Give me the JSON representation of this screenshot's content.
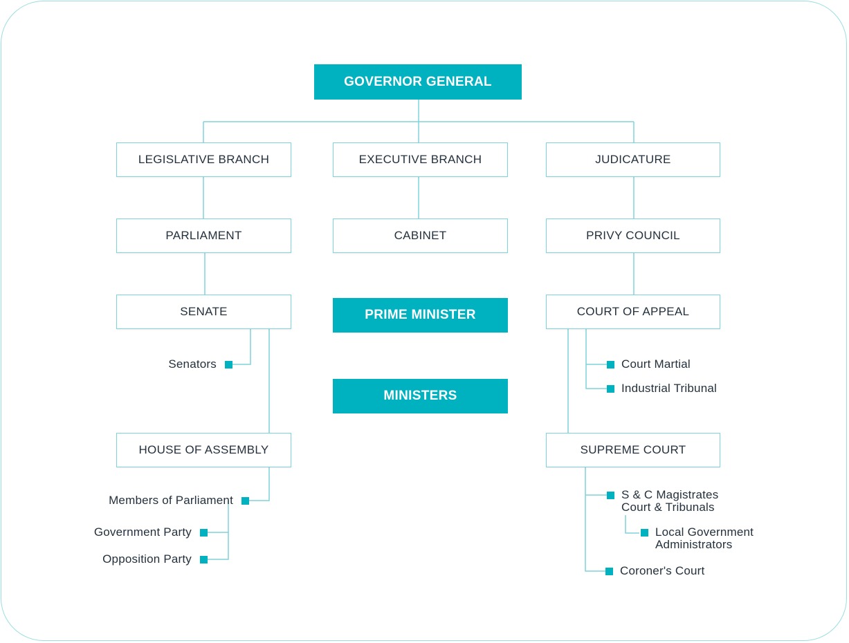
{
  "colors": {
    "accent": "#00b2bf",
    "line": "#7fd3da",
    "text": "#24313d"
  },
  "top": {
    "governor_general": "GOVERNOR GENERAL"
  },
  "branches": {
    "legislative": "LEGISLATIVE BRANCH",
    "executive": "EXECUTIVE BRANCH",
    "judicature": "JUDICATURE"
  },
  "legislative": {
    "parliament": "PARLIAMENT",
    "senate": "SENATE",
    "senators": "Senators",
    "house_of_assembly": "HOUSE OF ASSEMBLY",
    "members_of_parliament": "Members of Parliament",
    "government_party": "Government Party",
    "opposition_party": "Opposition Party"
  },
  "executive": {
    "cabinet": "CABINET",
    "prime_minister": "PRIME MINISTER",
    "ministers": "MINISTERS"
  },
  "judicature": {
    "privy_council": "PRIVY COUNCIL",
    "court_of_appeal": "COURT OF APPEAL",
    "court_martial": "Court Martial",
    "industrial_tribunal": "Industrial Tribunal",
    "supreme_court": "SUPREME COURT",
    "magistrates": "S & C Magistrates\nCourt & Tribunals",
    "local_government": "Local Government\nAdministrators",
    "coroners_court": "Coroner's Court"
  }
}
